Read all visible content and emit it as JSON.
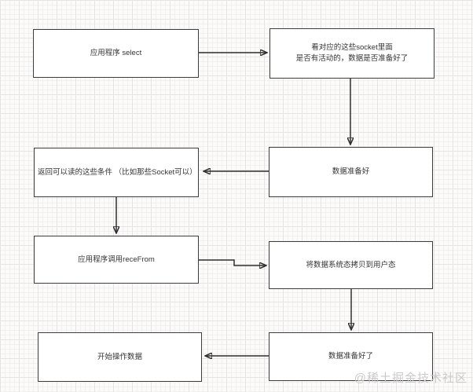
{
  "diagram": {
    "title_semantic": "select-io-model-flowchart",
    "nodes": [
      {
        "id": "app-select",
        "label": "应用程序 select"
      },
      {
        "id": "check-socket",
        "label": "看对应的这些socket里面\n是否有活动的，数据是否准备好了"
      },
      {
        "id": "return-conditions",
        "label": "返回可以读的这些条件 （比如那些Socket可以）"
      },
      {
        "id": "data-ready",
        "label": "数据准备好"
      },
      {
        "id": "call-recefrom",
        "label": "应用程序调用receFrom"
      },
      {
        "id": "copy-to-user",
        "label": "将数据系统态拷贝到用户态"
      },
      {
        "id": "start-operate",
        "label": "开始操作数据"
      },
      {
        "id": "data-ready-2",
        "label": "数据准备好了"
      }
    ],
    "edges": [
      {
        "from": "app-select",
        "to": "check-socket",
        "direction": "right"
      },
      {
        "from": "check-socket",
        "to": "data-ready",
        "direction": "down"
      },
      {
        "from": "data-ready",
        "to": "return-conditions",
        "direction": "left"
      },
      {
        "from": "return-conditions",
        "to": "call-recefrom",
        "direction": "down"
      },
      {
        "from": "call-recefrom",
        "to": "copy-to-user",
        "direction": "right"
      },
      {
        "from": "copy-to-user",
        "to": "data-ready-2",
        "direction": "down"
      },
      {
        "from": "data-ready-2",
        "to": "start-operate",
        "direction": "left"
      }
    ],
    "colors": {
      "box_border": "#3d3d3d",
      "box_fill": "#ffffff",
      "arrow": "#2e2e2e",
      "text": "#333333",
      "grid_minor": "#f2efef",
      "grid_major": "#e8e3e3",
      "background": "#fcfbfb",
      "watermark": "#c9c9c9"
    }
  },
  "watermark": {
    "text": "@稀土掘金技术社区"
  }
}
